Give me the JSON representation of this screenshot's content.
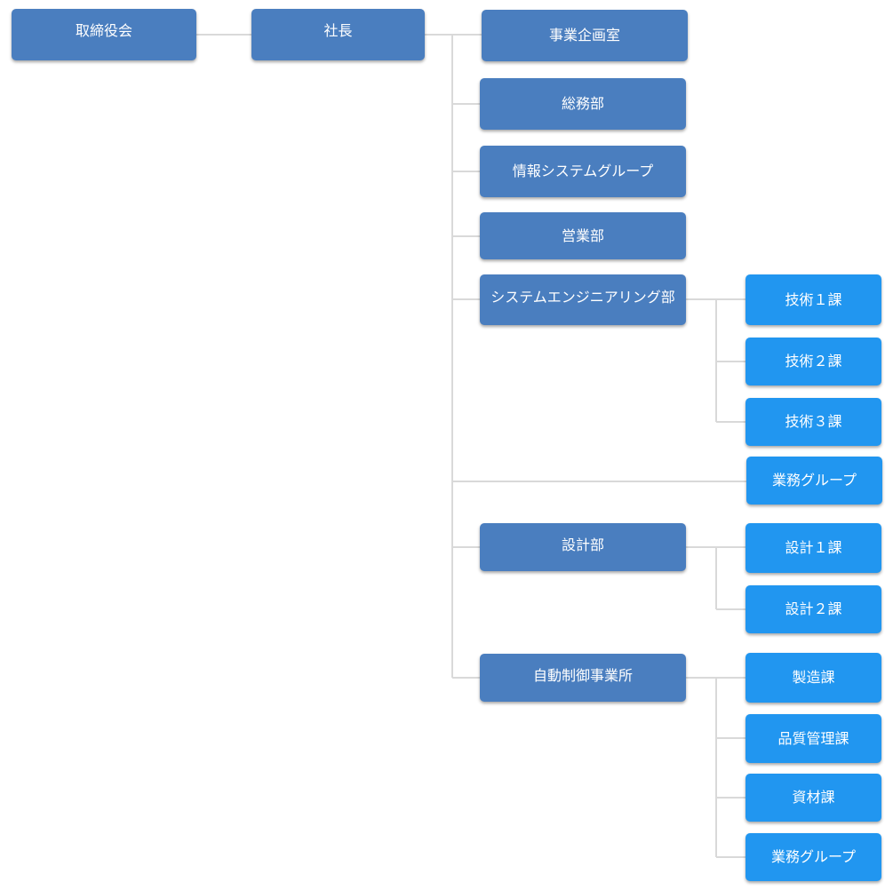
{
  "org_chart": {
    "nodes": {
      "board": "取締役会",
      "president": "社長",
      "planning": "事業企画室",
      "general_affairs": "総務部",
      "info_systems": "情報システムグループ",
      "sales": "営業部",
      "system_engineering": "システムエンジニアリング部",
      "tech1": "技術１課",
      "tech2": "技術２課",
      "tech3": "技術３課",
      "operations_group_1": "業務グループ",
      "design": "設計部",
      "design1": "設計１課",
      "design2": "設計２課",
      "automation": "自動制御事業所",
      "manufacturing": "製造課",
      "quality": "品質管理課",
      "materials": "資材課",
      "operations_group_2": "業務グループ"
    },
    "colors": {
      "primary_box": "#4a7ebf",
      "secondary_box": "#2196f0",
      "connector": "#d9d9d9",
      "text": "#ffffff"
    }
  }
}
